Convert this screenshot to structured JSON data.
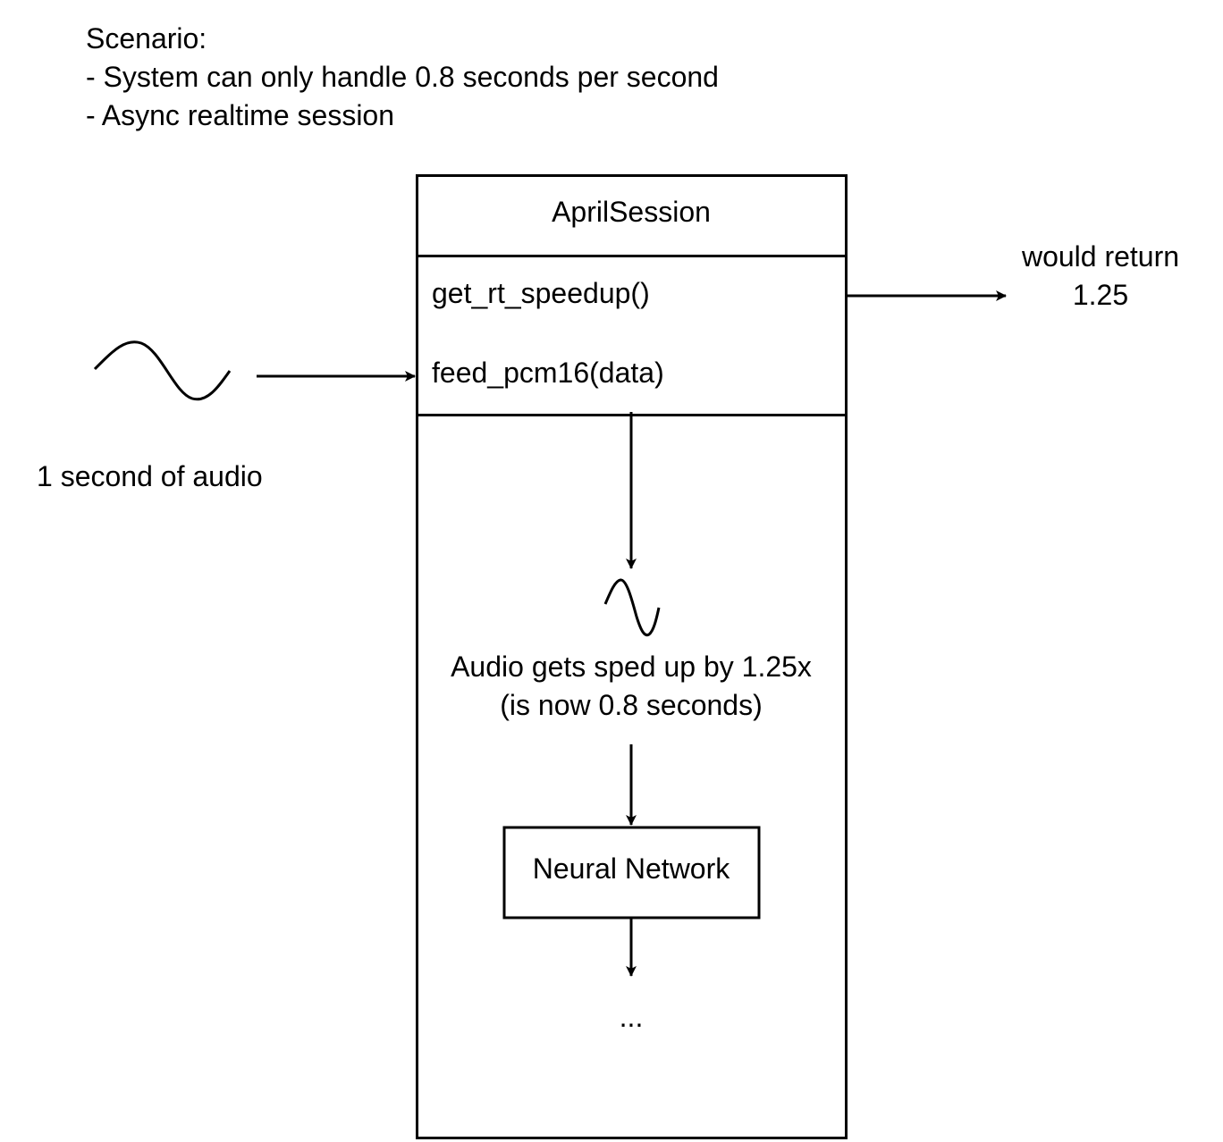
{
  "scenario": {
    "heading": "Scenario:",
    "items": [
      "- System can only handle 0.8 seconds per second",
      "- Async realtime session"
    ]
  },
  "session": {
    "title": "AprilSession",
    "methods": [
      "get_rt_speedup()",
      "feed_pcm16(data)"
    ]
  },
  "return_note": {
    "line1": "would return",
    "line2": "1.25"
  },
  "input_label": "1 second of audio",
  "speedup_note": {
    "line1": "Audio gets sped up by 1.25x",
    "line2": "(is now 0.8 seconds)"
  },
  "network_label": "Neural Network",
  "ellipsis": "..."
}
